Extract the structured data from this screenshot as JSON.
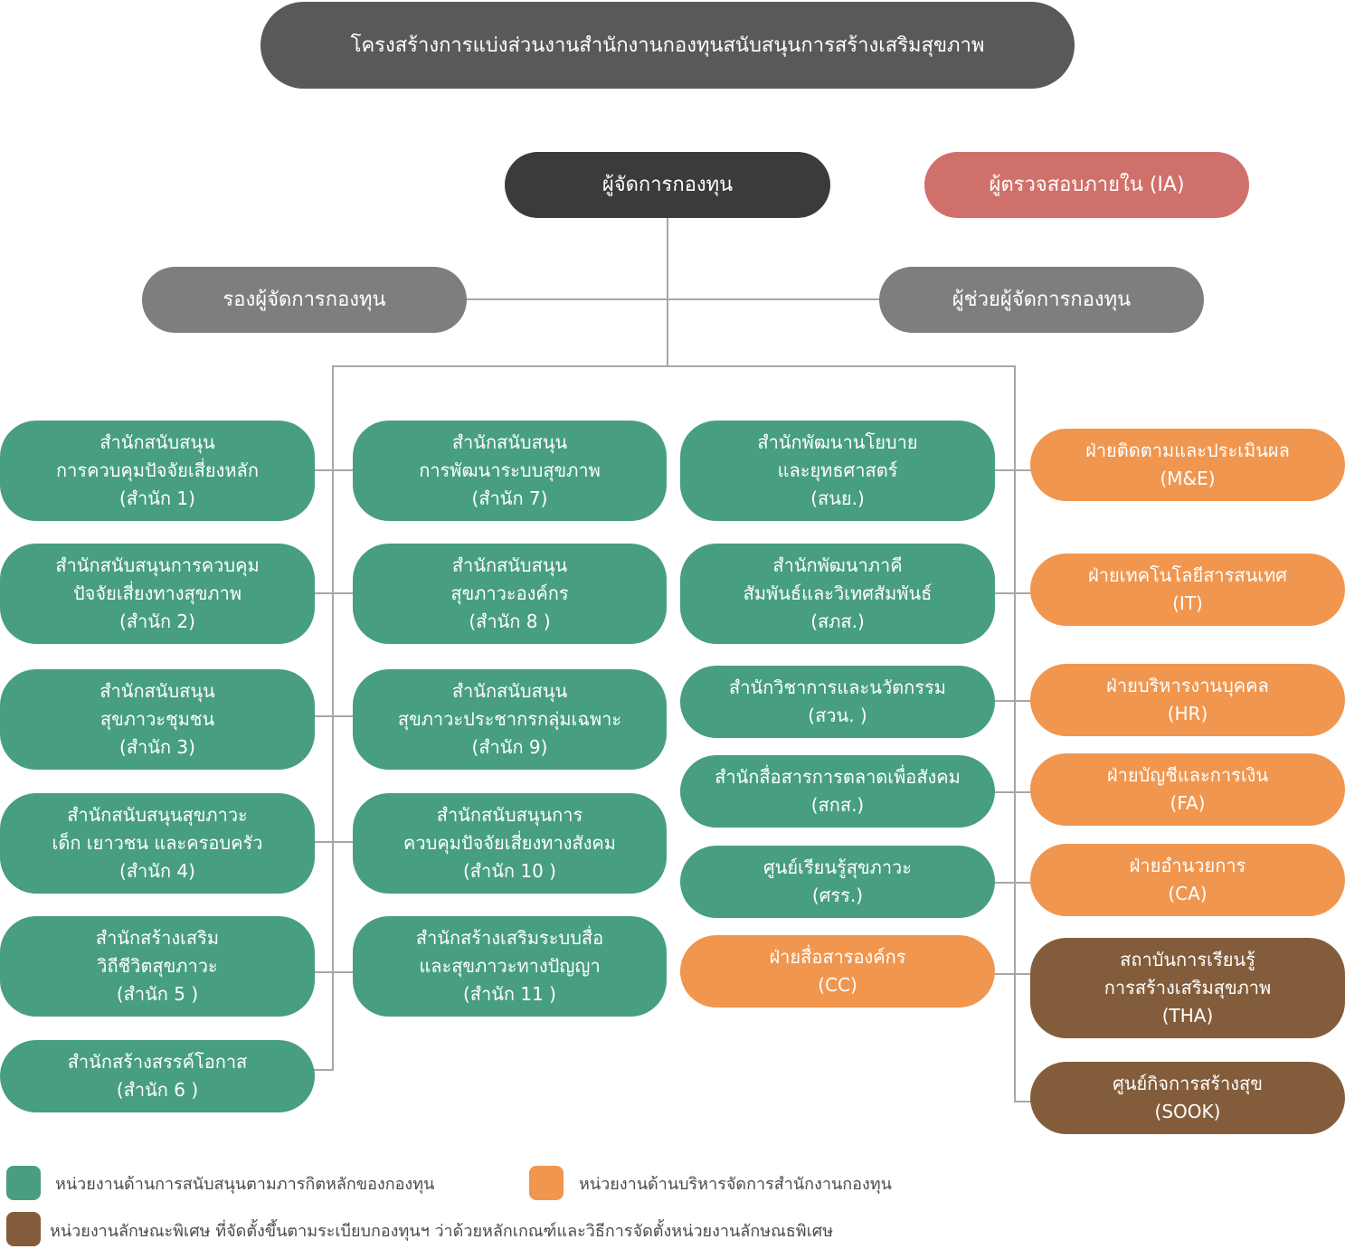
{
  "title": "โครงสร้างการแบ่งส่วนงานสำนักงานกองทุนสนับสนุนการสร้างเสริมสุขภาพ",
  "manager": "ผู้จัดการกองทุน",
  "internal_audit": "ผู้ตรวจสอบภายใน (IA)",
  "deputy_manager": "รองผู้จัดการกองทุน",
  "assistant_manager": "ผู้ช่วยผู้จัดการกองทุน",
  "col1": [
    {
      "lines": [
        "สำนักสนับสนุน",
        "การควบคุมปัจจัยเสี่ยงหลัก",
        "(สำนัก 1)"
      ]
    },
    {
      "lines": [
        "สำนักสนับสนุนการควบคุม",
        "ปัจจัยเสี่ยงทางสุขภาพ",
        "(สำนัก 2)"
      ]
    },
    {
      "lines": [
        "สำนักสนับสนุน",
        "สุขภาวะชุมชน",
        "(สำนัก 3)"
      ]
    },
    {
      "lines": [
        "สำนักสนับสนุนสุขภาวะ",
        "เด็ก เยาวชน และครอบครัว",
        "(สำนัก 4)"
      ]
    },
    {
      "lines": [
        "สำนักสร้างเสริม",
        "วิถีชีวิตสุขภาวะ",
        "(สำนัก 5 )"
      ]
    },
    {
      "lines": [
        "สำนักสร้างสรรค์โอกาส",
        "(สำนัก 6 )"
      ]
    }
  ],
  "col2": [
    {
      "lines": [
        "สำนักสนับสนุน",
        "การพัฒนาระบบสุขภาพ",
        "(สำนัก 7)"
      ]
    },
    {
      "lines": [
        "สำนักสนับสนุน",
        "สุขภาวะองค์กร",
        "(สำนัก 8 )"
      ]
    },
    {
      "lines": [
        "สำนักสนับสนุน",
        "สุขภาวะประชากรกลุ่มเฉพาะ",
        "(สำนัก 9)"
      ]
    },
    {
      "lines": [
        "สำนักสนับสนุนการ",
        "ควบคุมปัจจัยเสี่ยงทางสังคม",
        "(สำนัก 10 )"
      ]
    },
    {
      "lines": [
        "สำนักสร้างเสริมระบบสื่อ",
        "และสุขภาวะทางปัญญา",
        "(สำนัก 11 )"
      ]
    }
  ],
  "col3": [
    {
      "lines": [
        "สำนักพัฒนานโยบาย",
        "และยุทธศาสตร์",
        "(สนย.)"
      ]
    },
    {
      "lines": [
        "สำนักพัฒนาภาคี",
        "สัมพันธ์และวิเทศสัมพันธ์",
        "(สภส.)"
      ]
    },
    {
      "lines": [
        "สำนักวิชาการและนวัตกรรม",
        "(สวน. )"
      ]
    },
    {
      "lines": [
        "สำนักสื่อสารการตลาดเพื่อสังคม",
        "(สกส.)"
      ]
    },
    {
      "lines": [
        "ศูนย์เรียนรู้สุขภาวะ",
        "(ศรร.)"
      ]
    },
    {
      "lines": [
        "ฝ่ายสื่อสารองค์กร",
        "(CC)"
      ]
    }
  ],
  "col4": [
    {
      "lines": [
        "ฝ่ายติดตามและประเมินผล",
        "(M&E)"
      ]
    },
    {
      "lines": [
        "ฝ่ายเทคโนโลยีสารสนเทศ",
        "(IT)"
      ]
    },
    {
      "lines": [
        "ฝ่ายบริหารงานบุคคล",
        "(HR)"
      ]
    },
    {
      "lines": [
        "ฝ่ายบัญชีและการเงิน",
        "(FA)"
      ]
    },
    {
      "lines": [
        "ฝ่ายอำนวยการ",
        "(CA)"
      ]
    },
    {
      "lines": [
        "สถาบันการเรียนรู้",
        "การสร้างเสริมสุขภาพ",
        "(THA)"
      ]
    },
    {
      "lines": [
        "ศูนย์กิจการสร้างสุข",
        "(SOOK)"
      ]
    }
  ],
  "legend": {
    "green": "หน่วยงานด้านการสนับสนุนตามภารกิตหลักของกองทุน",
    "orange": "หน่วยงานด้านบริหารจัดการสำนักงานกองทุน",
    "brown": "หน่วยงานลักษณะพิเศษ ที่จัดตั้งขึ้นตามระเบียบกองทุนฯ ว่าด้วยหลักเกณฑ์และวิธีการจัดตั้งหน่วยงานลักษณธพิเศษ"
  },
  "colors": {
    "title": "#58595b",
    "manager": "#3a3b3d",
    "audit": "#d0706a",
    "deputy": "#7d7e80",
    "green": "#479e82",
    "orange": "#f0964f",
    "brown": "#835d3b",
    "line": "#a7a7a7"
  }
}
